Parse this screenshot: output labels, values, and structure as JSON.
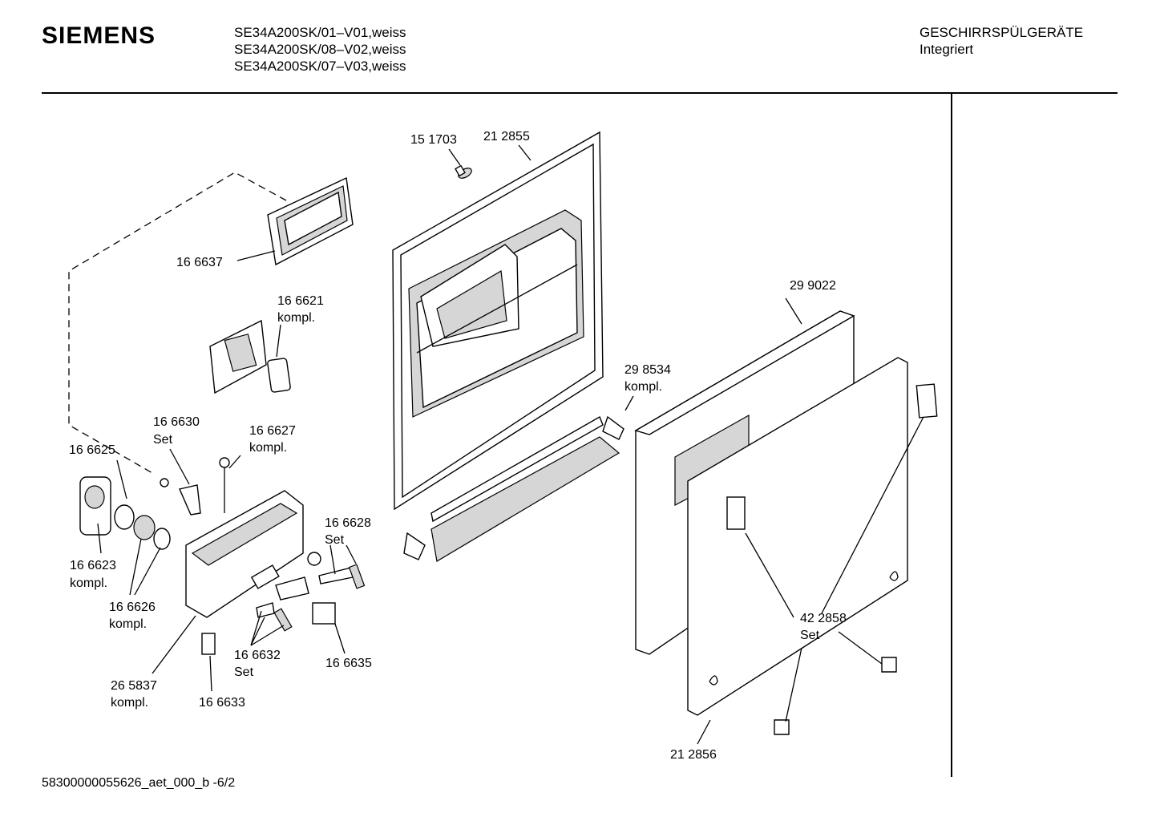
{
  "header": {
    "brand": "SIEMENS",
    "models": [
      "SE34A200SK/01–V01,weiss",
      "SE34A200SK/08–V02,weiss",
      "SE34A200SK/07–V03,weiss"
    ],
    "category_line1": "GESCHIRRSPÜLGERÄTE",
    "category_line2": "Integriert"
  },
  "parts": [
    {
      "number": "15 1703"
    },
    {
      "number": "21 2855"
    },
    {
      "number": "16 6637"
    },
    {
      "number": "16 6621",
      "suffix": "kompl."
    },
    {
      "number": "29 9022"
    },
    {
      "number": "29 8534",
      "suffix": "kompl."
    },
    {
      "number": "16 6630",
      "suffix": "Set"
    },
    {
      "number": "16 6627",
      "suffix": "kompl."
    },
    {
      "number": "16 6625"
    },
    {
      "number": "16 6628",
      "suffix": "Set"
    },
    {
      "number": "16 6623",
      "suffix": "kompl."
    },
    {
      "number": "16 6626",
      "suffix": "kompl."
    },
    {
      "number": "42 2858",
      "suffix": "Set"
    },
    {
      "number": "16 6632",
      "suffix": "Set"
    },
    {
      "number": "16 6635"
    },
    {
      "number": "26 5837",
      "suffix": "kompl."
    },
    {
      "number": "16 6633"
    },
    {
      "number": "21 2856"
    }
  ],
  "footer": {
    "code": "58300000055626_aet_000_b  -6/2"
  }
}
